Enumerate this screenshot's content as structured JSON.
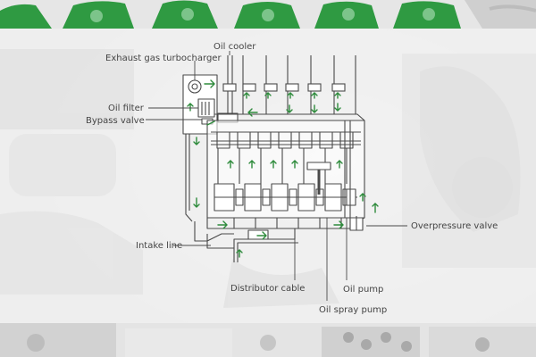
{
  "colors": {
    "accent": "#2e8b3c",
    "line": "#4a4a4a",
    "label": "#444444",
    "engine_top": "#2f9a42"
  },
  "labels": {
    "oil_cooler": "Oil cooler",
    "turbocharger": "Exhaust gas turbocharger",
    "oil_filter": "Oil filter",
    "bypass_valve": "Bypass valve",
    "intake_line": "Intake line",
    "overpressure_valve": "Overpressure valve",
    "distributor_cable": "Distributor cable",
    "oil_pump": "Oil pump",
    "oil_spray_pump": "Oil spray pump"
  }
}
